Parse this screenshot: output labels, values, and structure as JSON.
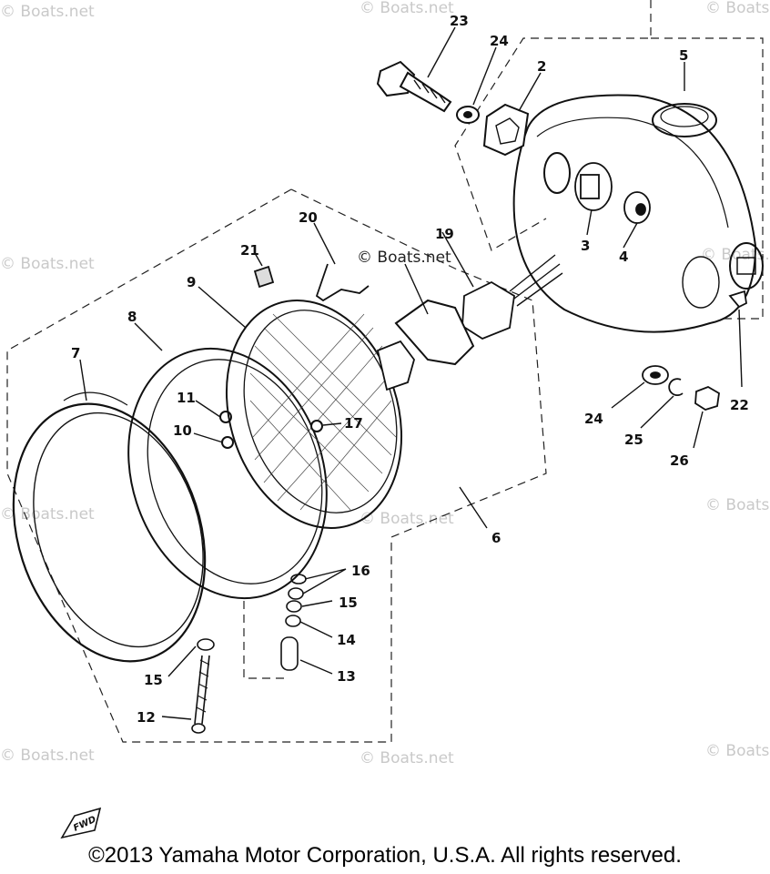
{
  "watermarks": [
    "© Boats.net",
    "© Boats.net",
    "© Boats.net",
    "© Boats.net",
    "© Boats.net",
    "© Boats.net",
    "© Boats.net",
    "© Boats.net",
    "© Boats.net",
    "© Boats.net",
    "© Boats.net",
    "© Boats.net"
  ],
  "center_watermark": "© Boats.net",
  "parts": {
    "p2": "2",
    "p3": "3",
    "p4": "4",
    "p5": "5",
    "p6": "6",
    "p7": "7",
    "p8": "8",
    "p9": "9",
    "p10": "10",
    "p11": "11",
    "p12": "12",
    "p13": "13",
    "p14": "14",
    "p15a": "15",
    "p15b": "15",
    "p16": "16",
    "p17": "17",
    "p19": "19",
    "p20": "20",
    "p21": "21",
    "p22": "22",
    "p23": "23",
    "p24a": "24",
    "p24b": "24",
    "p25": "25",
    "p26": "26"
  },
  "fwd_label": "FWD",
  "copyright": "©2013 Yamaha Motor Corporation, U.S.A. All rights reserved."
}
